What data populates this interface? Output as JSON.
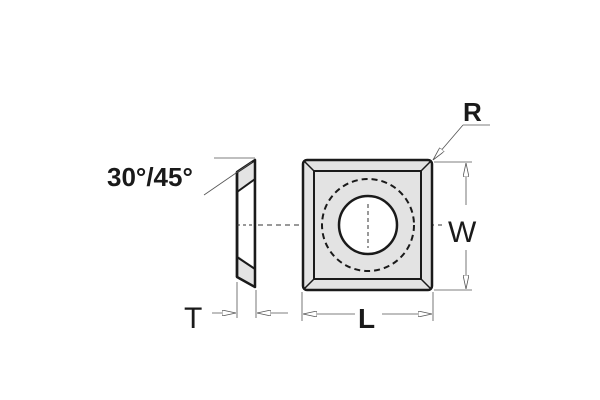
{
  "diagram": {
    "labels": {
      "angle": "30°/45°",
      "radius": "R",
      "width": "W",
      "length": "L",
      "thickness": "T"
    },
    "colors": {
      "fill": "#e3e3e3",
      "stroke": "#1a1a1a",
      "dim_line": "#555555"
    }
  }
}
